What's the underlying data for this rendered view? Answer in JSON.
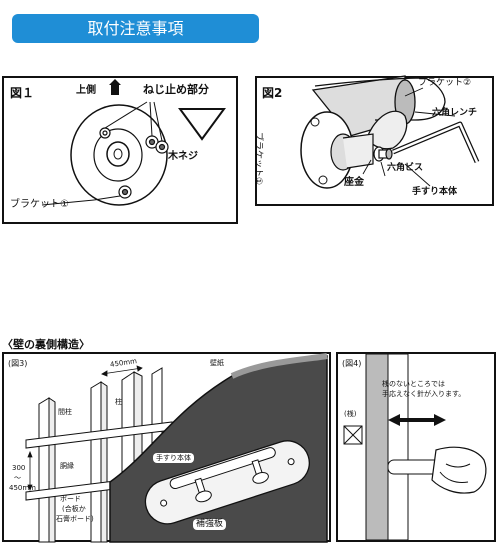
{
  "header": {
    "title": "取付注意事項"
  },
  "fig1": {
    "title": "図１",
    "up_label": "上側",
    "screw_label": "ねじ止め部分",
    "wood_screw_label": "木ネジ",
    "bracket_label": "ブラケット①"
  },
  "fig2": {
    "title": "図2",
    "bracket2_label": "ブラケット②",
    "hex_wrench_label": "六角レンチ",
    "bracket1_label": "ブラケット①",
    "hex_screw_label": "六角ビス",
    "washer_label": "座金",
    "rail_body_label": "手すり本体"
  },
  "wall_section": {
    "title": "〈壁の裏側構造〉"
  },
  "fig3": {
    "title": "(図3)",
    "dim_top": "450mm",
    "wallpaper_label": "壁紙",
    "stud_label": "間柱",
    "pillar_label": "柱",
    "furring_label": "胴縁",
    "dim_left_1": "300",
    "dim_left_2": "〜",
    "dim_left_3": "450mm",
    "board_label_1": "ボード",
    "board_label_2": "(合板か",
    "board_label_3": "石膏ボード)",
    "rail_body_label": "手すり本体",
    "reinforce_label": "補強板"
  },
  "fig4": {
    "title": "(図4)",
    "text_line1": "桟のないところでは",
    "text_line2": "手応えなく針が入ります。",
    "crosspiece_label": "(桟)"
  }
}
